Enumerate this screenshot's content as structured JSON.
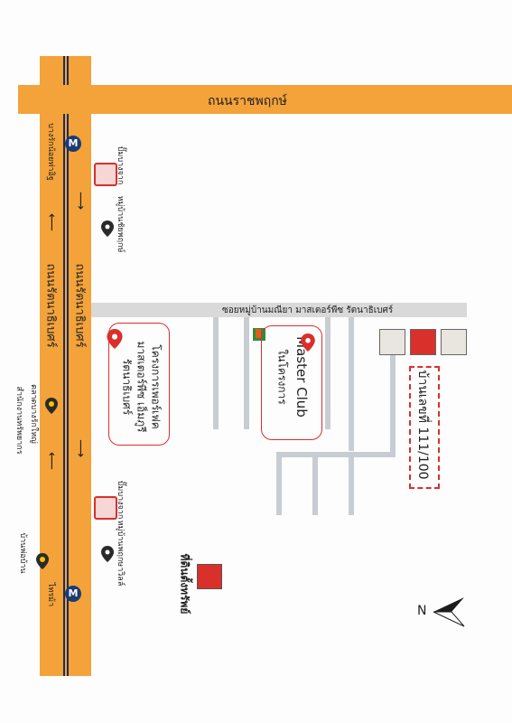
{
  "roads": {
    "top_road": "ถนนราชพฤกษ์",
    "main_road_left": "ถนนรัตนาธิเบศร์",
    "main_road_right": "ถนนรัตนาธิเบศร์",
    "soi": "ซอยหมู่บ้านมณียา มาสเตอร์พีซ รัตนาธิเบศร์"
  },
  "stations": {
    "top": "บางรักน้อยท่าอิฐ",
    "bottom": "ไทรม้า",
    "middle": "ตลาดบางรักใหญ่"
  },
  "landmarks": {
    "fuel_top": "ปั๊มบางจาก",
    "fuel_bottom": "ปั๊มบางจาก",
    "village_top": "หมู่บ้านชัยพฤกษ์",
    "village_bottom": "หมู่บ้านพฤกษาวิลล์",
    "office": "สำนักงานทรัพยากร",
    "market": "บ้านพ่อบ้าน"
  },
  "project_box": {
    "line1": "โครงการเพอร์เฟค",
    "line2": "มาสเตอร์พีซ เอ็มภูรี",
    "line3": "รัตนาธิเบศร์"
  },
  "master_club": {
    "title": "Master Club",
    "subtitle": "ในโครงการ"
  },
  "house": {
    "label": "บ้านเลขที่ 111/100"
  },
  "land": {
    "label": "ที่ดินตั้งทรัพย์"
  },
  "compass": {
    "label": "N"
  },
  "colors": {
    "road": "#f3a33a",
    "marker": "#d9302c",
    "metro": "#1c3b73"
  }
}
